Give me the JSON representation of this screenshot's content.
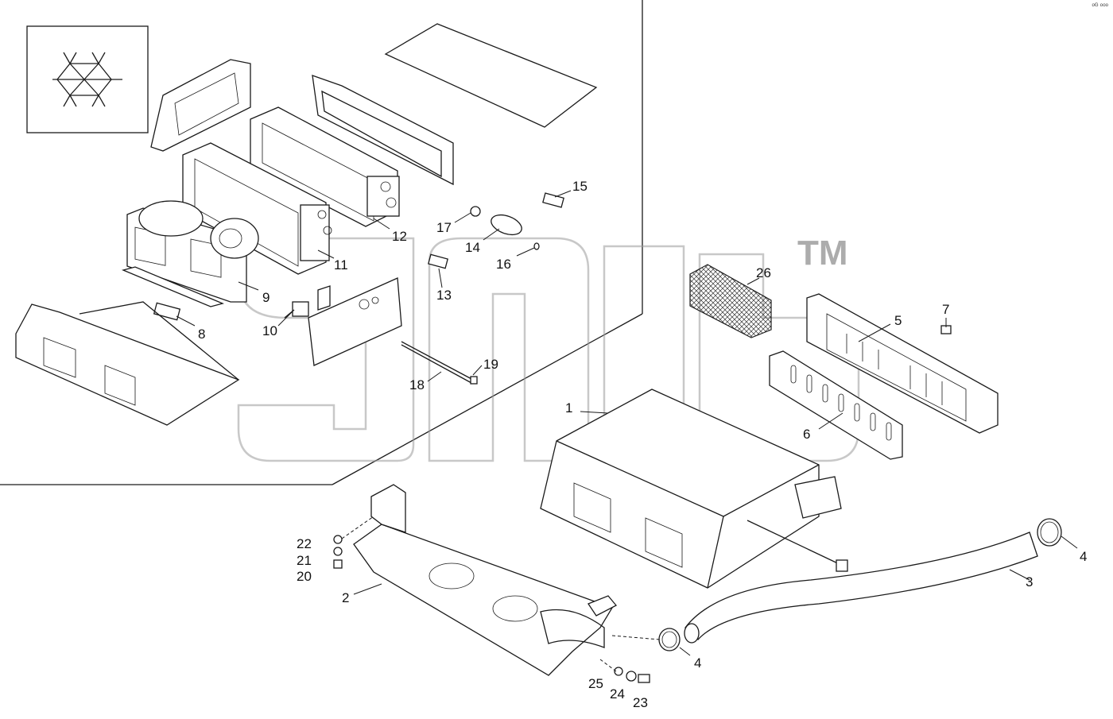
{
  "diagram": {
    "watermark": {
      "trademark": "TM"
    },
    "corner_mark": "ᵒᴳ ᵒᵒᵒ",
    "callouts": [
      "1",
      "2",
      "3",
      "4",
      "4",
      "5",
      "6",
      "7",
      "8",
      "9",
      "10",
      "11",
      "12",
      "13",
      "14",
      "15",
      "16",
      "17",
      "18",
      "19",
      "20",
      "21",
      "22",
      "23",
      "24",
      "25",
      "26"
    ]
  }
}
